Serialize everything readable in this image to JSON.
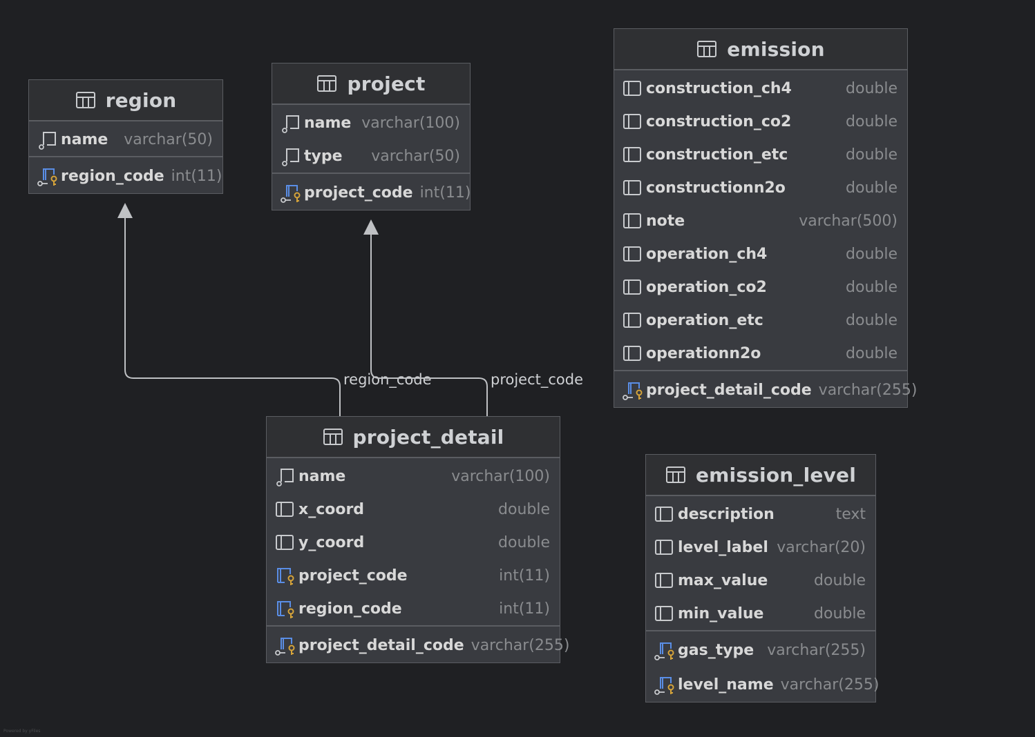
{
  "diagram": {
    "tables": {
      "region": {
        "title": "region",
        "columns": [
          {
            "name": "name",
            "type": "varchar(50)",
            "icon": "not-null-column-icon"
          }
        ],
        "keys": [
          {
            "name": "region_code",
            "type": "int(11)",
            "icon": "primary-key-column-icon"
          }
        ]
      },
      "project": {
        "title": "project",
        "columns": [
          {
            "name": "name",
            "type": "varchar(100)",
            "icon": "not-null-column-icon"
          },
          {
            "name": "type",
            "type": "varchar(50)",
            "icon": "not-null-column-icon"
          }
        ],
        "keys": [
          {
            "name": "project_code",
            "type": "int(11)",
            "icon": "primary-key-column-icon"
          }
        ]
      },
      "emission": {
        "title": "emission",
        "columns": [
          {
            "name": "construction_ch4",
            "type": "double",
            "icon": "column-icon"
          },
          {
            "name": "construction_co2",
            "type": "double",
            "icon": "column-icon"
          },
          {
            "name": "construction_etc",
            "type": "double",
            "icon": "column-icon"
          },
          {
            "name": "constructionn2o",
            "type": "double",
            "icon": "column-icon"
          },
          {
            "name": "note",
            "type": "varchar(500)",
            "icon": "column-icon"
          },
          {
            "name": "operation_ch4",
            "type": "double",
            "icon": "column-icon"
          },
          {
            "name": "operation_co2",
            "type": "double",
            "icon": "column-icon"
          },
          {
            "name": "operation_etc",
            "type": "double",
            "icon": "column-icon"
          },
          {
            "name": "operationn2o",
            "type": "double",
            "icon": "column-icon"
          }
        ],
        "keys": [
          {
            "name": "project_detail_code",
            "type": "varchar(255)",
            "icon": "primary-key-column-icon"
          }
        ]
      },
      "project_detail": {
        "title": "project_detail",
        "columns": [
          {
            "name": "name",
            "type": "varchar(100)",
            "icon": "not-null-column-icon"
          },
          {
            "name": "x_coord",
            "type": "double",
            "icon": "column-icon"
          },
          {
            "name": "y_coord",
            "type": "double",
            "icon": "column-icon"
          },
          {
            "name": "project_code",
            "type": "int(11)",
            "icon": "foreign-key-column-icon"
          },
          {
            "name": "region_code",
            "type": "int(11)",
            "icon": "foreign-key-column-icon"
          }
        ],
        "keys": [
          {
            "name": "project_detail_code",
            "type": "varchar(255)",
            "icon": "primary-key-column-icon"
          }
        ]
      },
      "emission_level": {
        "title": "emission_level",
        "columns": [
          {
            "name": "description",
            "type": "text",
            "icon": "column-icon"
          },
          {
            "name": "level_label",
            "type": "varchar(20)",
            "icon": "column-icon"
          },
          {
            "name": "max_value",
            "type": "double",
            "icon": "column-icon"
          },
          {
            "name": "min_value",
            "type": "double",
            "icon": "column-icon"
          }
        ],
        "keys": [
          {
            "name": "gas_type",
            "type": "varchar(255)",
            "icon": "primary-key-column-icon"
          },
          {
            "name": "level_name",
            "type": "varchar(255)",
            "icon": "primary-key-column-icon"
          }
        ]
      }
    },
    "relations": [
      {
        "from": "project_detail",
        "to": "region",
        "label": "region_code"
      },
      {
        "from": "project_detail",
        "to": "project",
        "label": "project_code"
      }
    ],
    "colors": {
      "background": "#1f2023",
      "table_body": "#393b40",
      "table_header": "#2f3033",
      "border": "#5b5d62",
      "edge": "#bfc1c4",
      "key_gold": "#d6a43a",
      "key_blue": "#5a8ee6"
    },
    "footer": "Powered by yFiles"
  }
}
